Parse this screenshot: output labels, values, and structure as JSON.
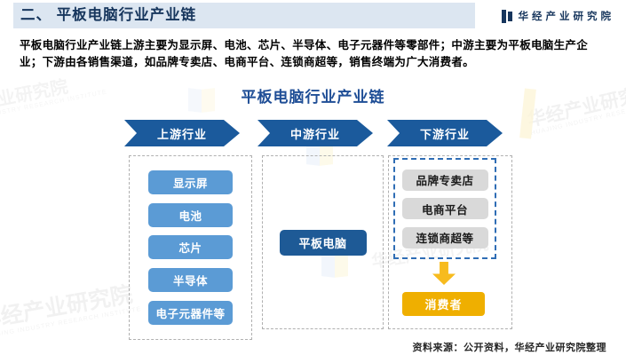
{
  "header": {
    "title": "二、 平板电脑行业产业链",
    "brand": "华经产业研究院"
  },
  "intro": {
    "paragraph": "平板电脑行业产业链上游主要为显示屏、电池、芯片、半导体、电子元器件等零部件；中游主要为平板电脑生产企业；下游由各销售渠道，如品牌专卖店、电商平台、连锁商超等，销售终端为广大消费者。"
  },
  "diagram": {
    "title": "平板电脑行业产业链",
    "stages": [
      {
        "label": "上游行业",
        "items": [
          "显示屏",
          "电池",
          "芯片",
          "半导体",
          "电子元器件等"
        ]
      },
      {
        "label": "中游行业",
        "items": [
          "平板电脑"
        ]
      },
      {
        "label": "下游行业",
        "channels": [
          "品牌专卖店",
          "电商平台",
          "连锁商超等"
        ],
        "terminal": "消费者"
      }
    ],
    "colors": {
      "stage_arrow_blue": "#1b5a9c",
      "upstream_chip_blue": "#5b9bd5",
      "midstream_chip_navy": "#1e5a96",
      "channel_chip_gray": "#d9d9d9",
      "terminal_gold": "#efaf00",
      "flow_arrow_gold": "#f7bb1e",
      "header_band": "#dce6f1",
      "title_navy": "#17365d",
      "diagram_title_blue": "#1f4e96"
    }
  },
  "footer": {
    "source": "资料来源：公开资料，华经产业研究院整理"
  },
  "watermark": {
    "cn": "华经产业研究院",
    "en": "HUAJING INDUSTRY RESEARCH INSTITUTE"
  }
}
